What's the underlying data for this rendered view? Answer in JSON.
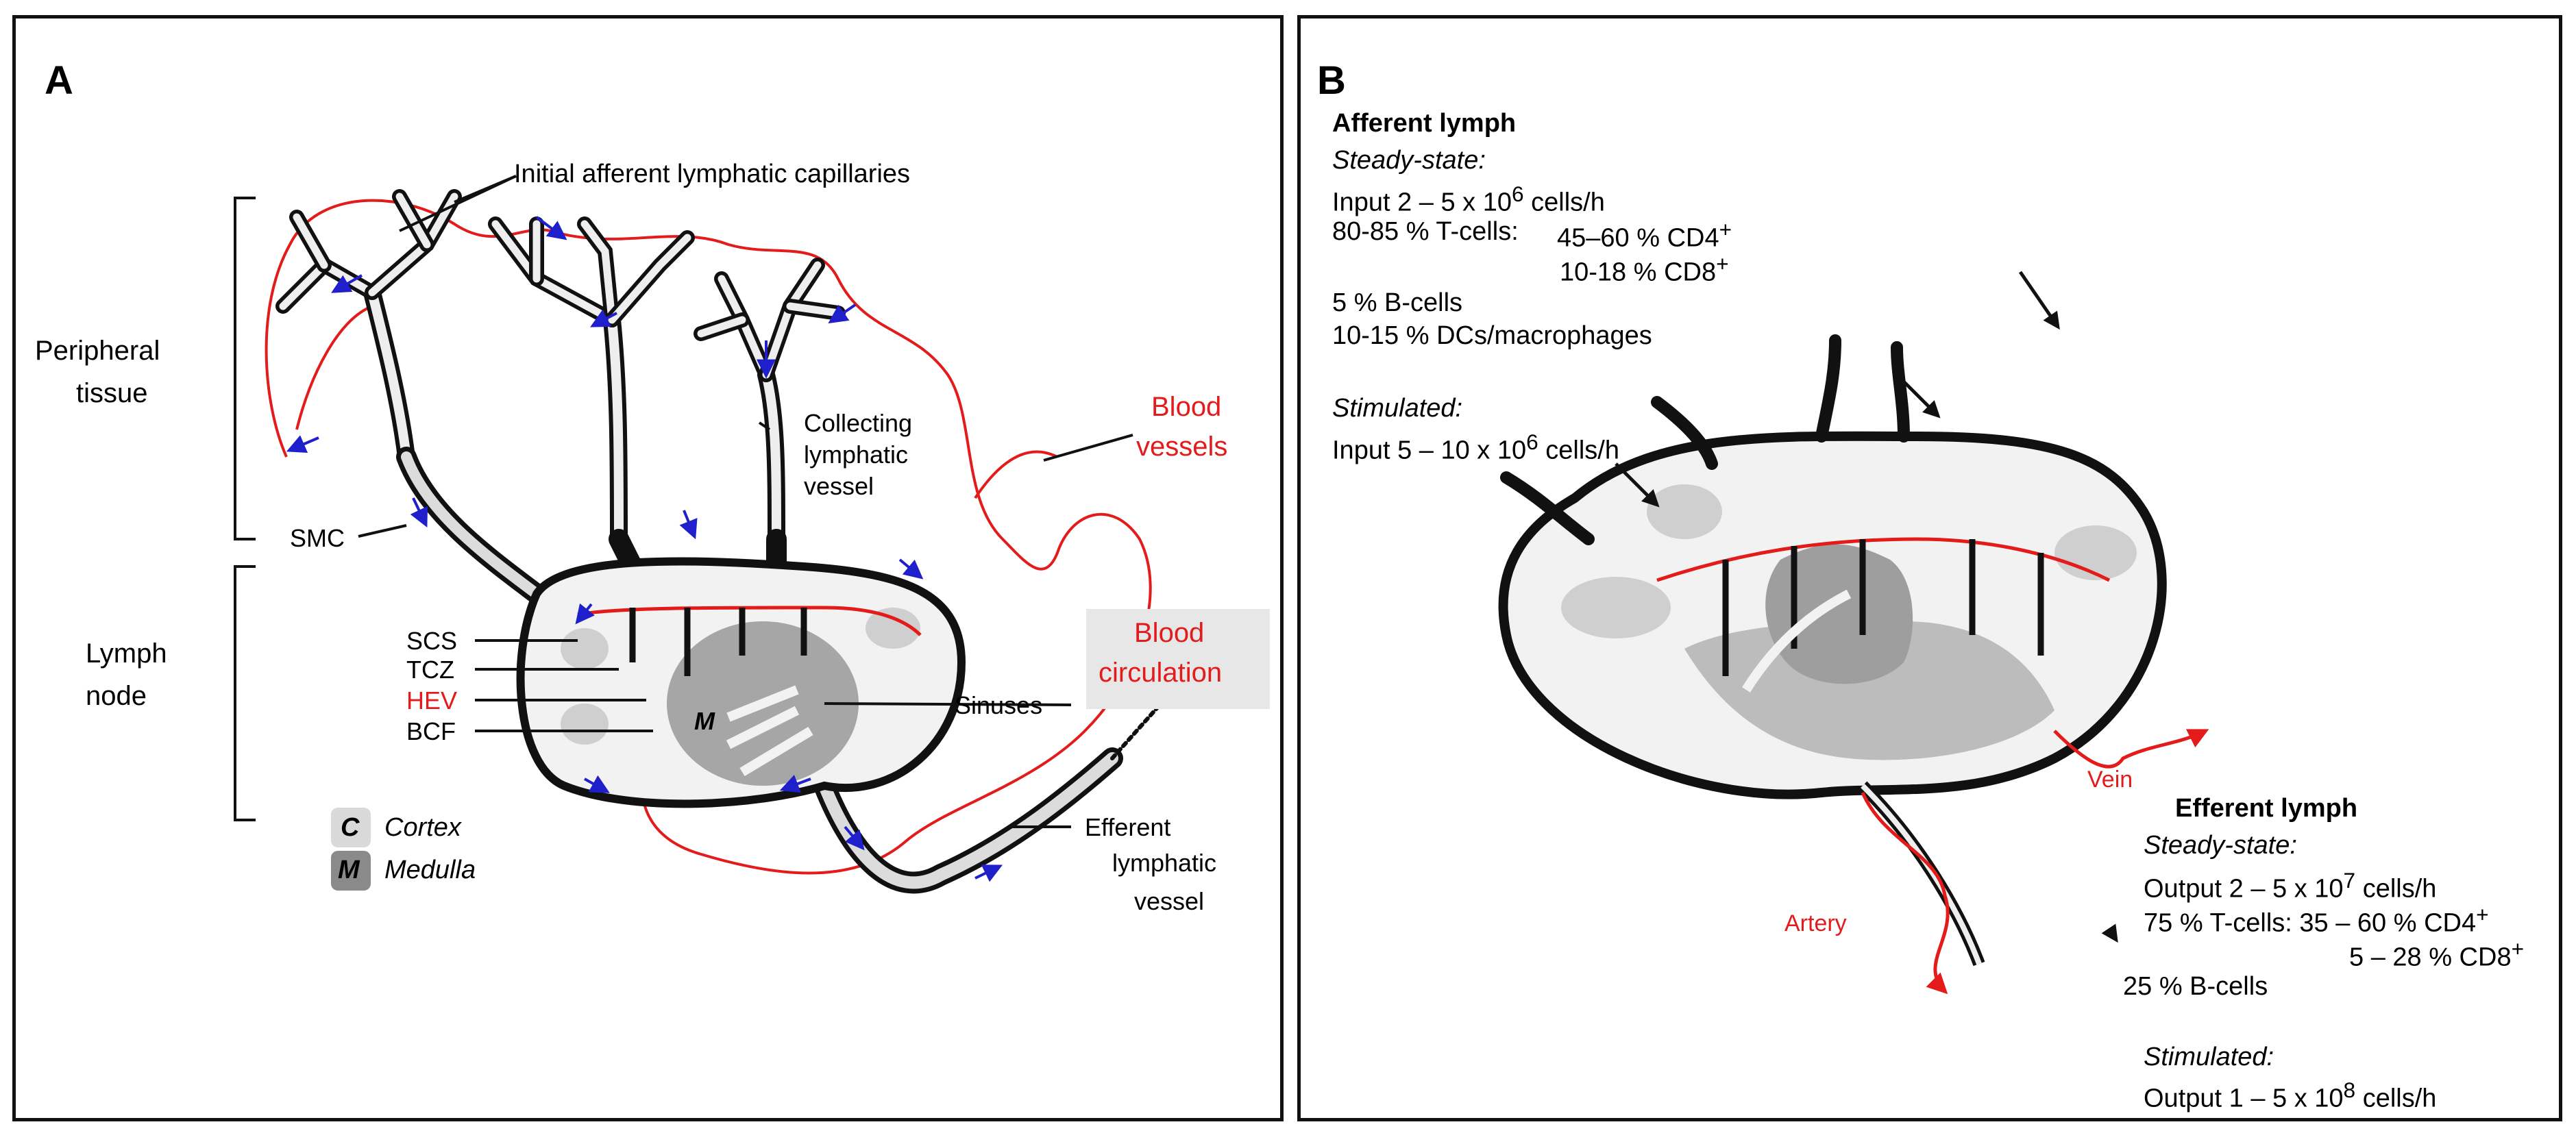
{
  "panel_a": {
    "panel_label": "A",
    "labels": {
      "initial_capillaries": "Initial afferent lymphatic capillaries",
      "peripheral_tissue_1": "Peripheral",
      "peripheral_tissue_2": "tissue",
      "smc": "SMC",
      "collecting_1": "Collecting",
      "collecting_2": "lymphatic",
      "collecting_3": "vessel",
      "blood_vessels_1": "Blood",
      "blood_vessels_2": "vessels",
      "lymph_node_1": "Lymph",
      "lymph_node_2": "node",
      "scs": "SCS",
      "tcz": "TCZ",
      "hev": "HEV",
      "bcf": "BCF",
      "blood_circulation_1": "Blood",
      "blood_circulation_2": "circulation",
      "sinuses": "Sinuses",
      "medulla_marker": "M",
      "efferent_1": "Efferent",
      "efferent_2": "lymphatic",
      "efferent_3": "vessel"
    },
    "legend": [
      {
        "letter": "C",
        "text": "Cortex",
        "color": "#d9d9d9"
      },
      {
        "letter": "M",
        "text": "Medulla",
        "color": "#8a8a8a"
      }
    ]
  },
  "panel_b": {
    "panel_label": "B",
    "afferent": {
      "title": "Afferent lymph",
      "steady_label": "Steady-state:",
      "input_prefix": "Input 2 – 5 x 10",
      "input_exp": "6",
      "input_suffix": " cells/h",
      "tcells": "80-85 % T-cells:",
      "cd4_text": "45–60 % CD4",
      "cd4_sup": "+",
      "cd8_text": "10-18 % CD8",
      "cd8_sup": "+",
      "bcells": "5 % B-cells",
      "dcs": "10-15 % DCs/macrophages",
      "stim_label": "Stimulated:",
      "stim_prefix": "Input 5 – 10 x 10",
      "stim_exp": "6",
      "stim_suffix": " cells/h"
    },
    "efferent": {
      "title": "Efferent lymph",
      "steady_label": "Steady-state:",
      "output_prefix": "Output 2 – 5 x 10",
      "output_exp": "7",
      "output_suffix": " cells/h",
      "tcells": "75 % T-cells: 35 – 60 % CD4",
      "tcells_sup": "+",
      "cd8_text": "5 – 28 % CD8",
      "cd8_sup": "+",
      "bcells": "25 % B-cells",
      "stim_label": "Stimulated:",
      "stim_prefix": "Output 1 – 5 x 10",
      "stim_exp": "8",
      "stim_suffix": " cells/h"
    },
    "vessel_labels": {
      "vein": "Vein",
      "artery": "Artery"
    }
  },
  "colors": {
    "blood": "#e31b1b",
    "lymph_flow_arrow": "#1f1fcc",
    "cortex": "#d9d9d9",
    "medulla": "#8a8a8a",
    "outline": "#111111"
  }
}
